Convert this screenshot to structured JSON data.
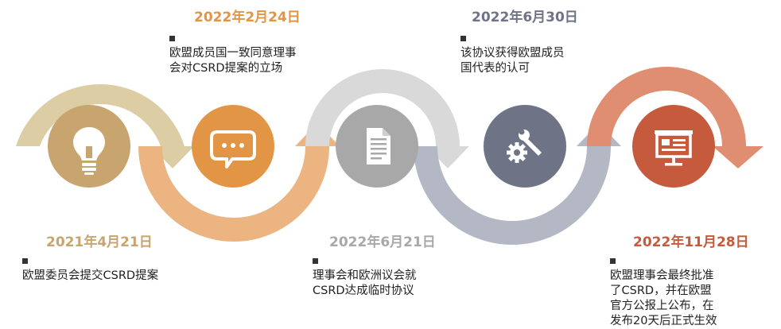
{
  "milestones": [
    {
      "date": "2021年4月21日",
      "lines": [
        "欧盟委员会提交CSRD提案"
      ],
      "color": "#c8a46e",
      "icon": "lightbulb-icon"
    },
    {
      "date": "2022年2月24日",
      "lines": [
        "欧盟成员国一致同意理事",
        "会对CSRD提案的立场"
      ],
      "color": "#e29544",
      "icon": "chat-bubble-icon"
    },
    {
      "date": "2022年6月21日",
      "lines": [
        "理事会和欧洲议会就",
        "CSRD达成临时协议"
      ],
      "color": "#a8a8a8",
      "icon": "document-icon"
    },
    {
      "date": "2022年6月30日",
      "lines": [
        "该协议获得欧盟成员",
        "国代表的认可"
      ],
      "color": "#6e7486",
      "icon": "wrench-gear-icon"
    },
    {
      "date": "2022年11月28日",
      "lines": [
        "欧盟理事会最终批准",
        "了CSRD，并在欧盟",
        "官方公报上公布，在",
        "发布20天后正式生效"
      ],
      "color": "#c55a3c",
      "icon": "presentation-board-icon"
    }
  ],
  "arc_colors": [
    "#dccda4",
    "#ecb480",
    "#d9d9d9",
    "#b4b8c4",
    "#e08e72"
  ]
}
